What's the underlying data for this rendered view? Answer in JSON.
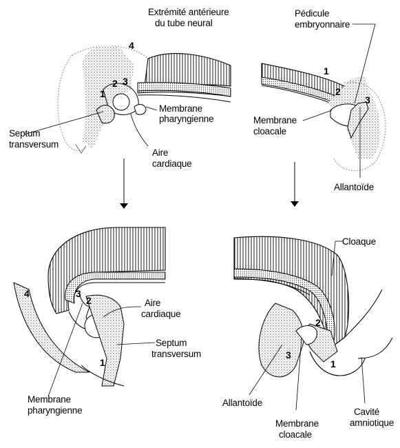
{
  "labels": {
    "tl_extremite_1": "Extrémité antérieure",
    "tl_extremite_2": "du tube neural",
    "tl_membrane_1": "Membrane",
    "tl_membrane_2": "pharyngienne",
    "tl_septum_1": "Septum",
    "tl_septum_2": "transversum",
    "tl_aire_1": "Aire",
    "tl_aire_2": "cardiaque",
    "tr_pedicule_1": "Pédicule",
    "tr_pedicule_2": "embryonnaire",
    "tr_membrane_1": "Membrane",
    "tr_membrane_2": "cloacale",
    "tr_allantoide": "Allantoïde",
    "bl_aire_1": "Aire",
    "bl_aire_2": "cardiaque",
    "bl_septum_1": "Septum",
    "bl_septum_2": "transversum",
    "bl_membrane_1": "Membrane",
    "bl_membrane_2": "pharyngienne",
    "br_cloaque": "Cloaque",
    "br_allantoide": "Allantoïde",
    "br_membrane_1": "Membrane",
    "br_membrane_2": "cloacale",
    "br_cavite_1": "Cavité",
    "br_cavite_2": "amniotique"
  },
  "numbers": {
    "tl_1": "1",
    "tl_2": "2",
    "tl_3": "3",
    "tl_4": "4",
    "tr_1": "1",
    "tr_2": "2",
    "tr_3": "3",
    "bl_1": "1",
    "bl_2": "2",
    "bl_3": "3",
    "bl_4": "4",
    "br_1": "1",
    "br_2": "2",
    "br_3": "3"
  }
}
